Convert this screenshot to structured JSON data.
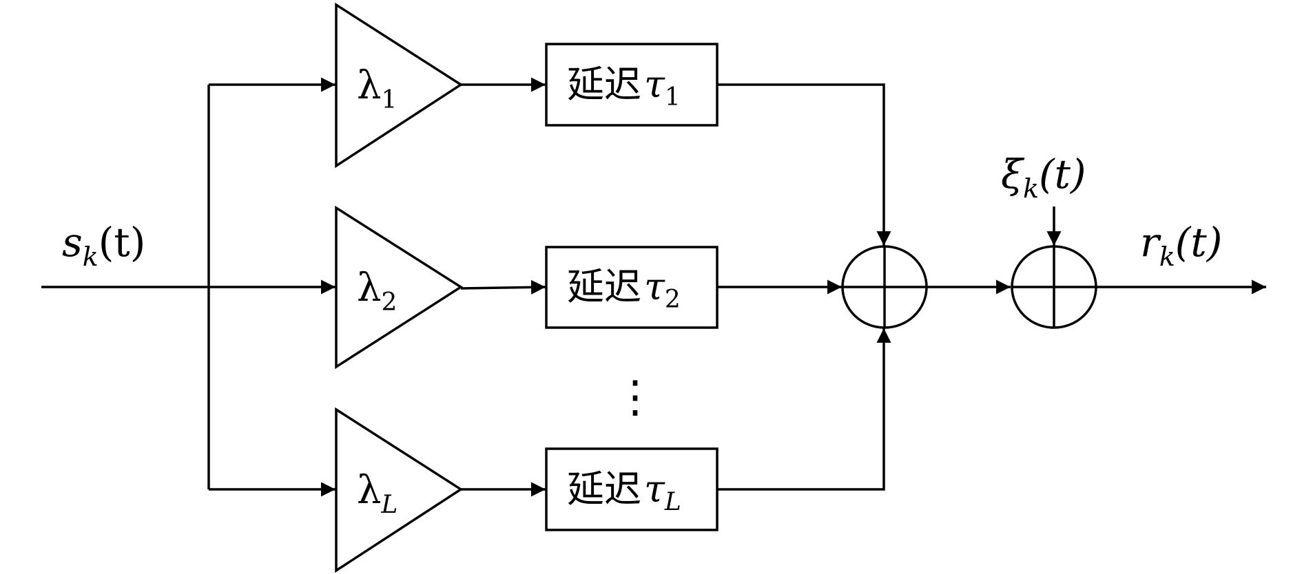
{
  "input": {
    "symbol": "s",
    "sub": "k",
    "arg": "(t)"
  },
  "branches": [
    {
      "gain_symbol": "λ",
      "gain_sub": "1",
      "delay_text": "延迟",
      "delay_symbol": "τ",
      "delay_sub": "1"
    },
    {
      "gain_symbol": "λ",
      "gain_sub": "2",
      "delay_text": "延迟",
      "delay_symbol": "τ",
      "delay_sub": "2"
    },
    {
      "gain_symbol": "λ",
      "gain_sub": "L",
      "delay_text": "延迟",
      "delay_symbol": "τ",
      "delay_sub": "L"
    }
  ],
  "noise": {
    "symbol": "ξ",
    "sub": "k",
    "arg": "(t)"
  },
  "output": {
    "symbol": "r",
    "sub": "k",
    "arg": "(t)"
  },
  "ellipsis": "⋮"
}
